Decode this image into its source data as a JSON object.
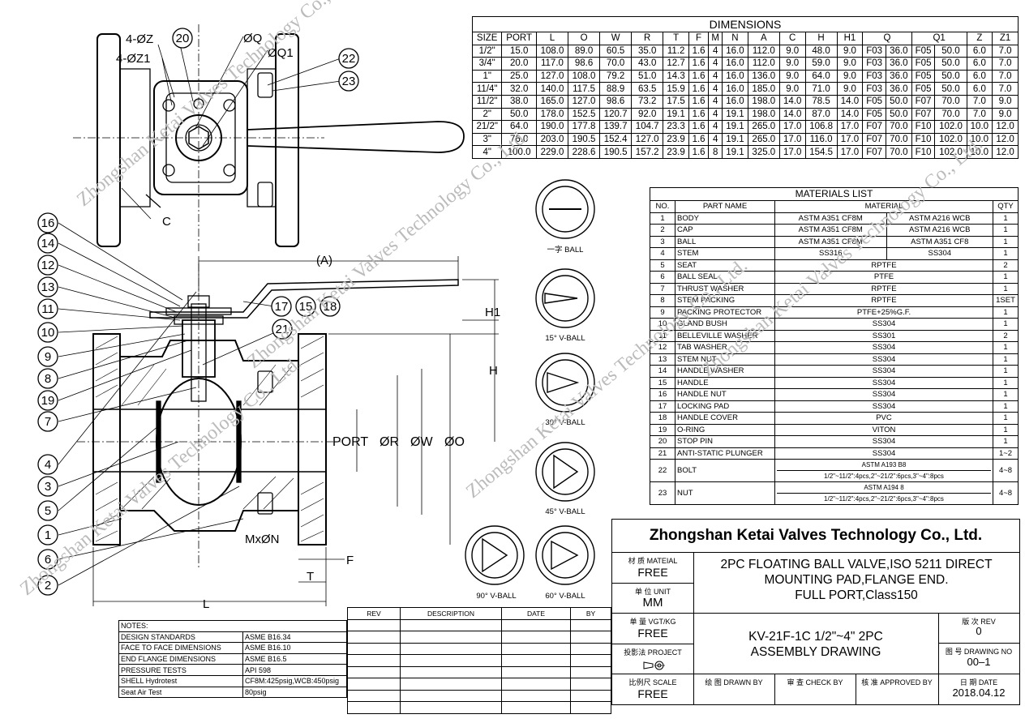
{
  "dimensions": {
    "title": "DIMENSIONS",
    "headers": [
      "SIZE",
      "PORT",
      "L",
      "O",
      "W",
      "R",
      "T",
      "F",
      "M",
      "N",
      "A",
      "C",
      "H",
      "H1",
      "Q",
      "",
      "Q1",
      "",
      "Z",
      "Z1"
    ],
    "rows": [
      [
        "1/2\"",
        "15.0",
        "108.0",
        "89.0",
        "60.5",
        "35.0",
        "11.2",
        "1.6",
        "4",
        "16.0",
        "112.0",
        "9.0",
        "48.0",
        "9.0",
        "F03",
        "36.0",
        "F05",
        "50.0",
        "6.0",
        "7.0"
      ],
      [
        "3/4\"",
        "20.0",
        "117.0",
        "98.6",
        "70.0",
        "43.0",
        "12.7",
        "1.6",
        "4",
        "16.0",
        "112.0",
        "9.0",
        "59.0",
        "9.0",
        "F03",
        "36.0",
        "F05",
        "50.0",
        "6.0",
        "7.0"
      ],
      [
        "1\"",
        "25.0",
        "127.0",
        "108.0",
        "79.2",
        "51.0",
        "14.3",
        "1.6",
        "4",
        "16.0",
        "136.0",
        "9.0",
        "64.0",
        "9.0",
        "F03",
        "36.0",
        "F05",
        "50.0",
        "6.0",
        "7.0"
      ],
      [
        "11/4\"",
        "32.0",
        "140.0",
        "117.5",
        "88.9",
        "63.5",
        "15.9",
        "1.6",
        "4",
        "16.0",
        "185.0",
        "9.0",
        "71.0",
        "9.0",
        "F03",
        "36.0",
        "F05",
        "50.0",
        "6.0",
        "7.0"
      ],
      [
        "11/2\"",
        "38.0",
        "165.0",
        "127.0",
        "98.6",
        "73.2",
        "17.5",
        "1.6",
        "4",
        "16.0",
        "198.0",
        "14.0",
        "78.5",
        "14.0",
        "F05",
        "50.0",
        "F07",
        "70.0",
        "7.0",
        "9.0"
      ],
      [
        "2\"",
        "50.0",
        "178.0",
        "152.5",
        "120.7",
        "92.0",
        "19.1",
        "1.6",
        "4",
        "19.1",
        "198.0",
        "14.0",
        "87.0",
        "14.0",
        "F05",
        "50.0",
        "F07",
        "70.0",
        "7.0",
        "9.0"
      ],
      [
        "21/2\"",
        "64.0",
        "190.0",
        "177.8",
        "139.7",
        "104.7",
        "23.3",
        "1.6",
        "4",
        "19.1",
        "265.0",
        "17.0",
        "106.8",
        "17.0",
        "F07",
        "70.0",
        "F10",
        "102.0",
        "10.0",
        "12.0"
      ],
      [
        "3\"",
        "76.0",
        "203.0",
        "190.5",
        "152.4",
        "127.0",
        "23.9",
        "1.6",
        "4",
        "19.1",
        "265.0",
        "17.0",
        "116.0",
        "17.0",
        "F07",
        "70.0",
        "F10",
        "102.0",
        "10.0",
        "12.0"
      ],
      [
        "4\"",
        "100.0",
        "229.0",
        "228.6",
        "190.5",
        "157.2",
        "23.9",
        "1.6",
        "8",
        "19.1",
        "325.0",
        "17.0",
        "154.5",
        "17.0",
        "F07",
        "70.0",
        "F10",
        "102.0",
        "10.0",
        "12.0"
      ]
    ]
  },
  "materials": {
    "title": "MATERIALS LIST",
    "headers": {
      "no": "NO.",
      "part": "PART NAME",
      "material": "MATERIAL",
      "qty": "QTY"
    },
    "rows": [
      {
        "no": "1",
        "part": "BODY",
        "m1": "ASTM A351 CF8M",
        "m2": "ASTM A216 WCB",
        "qty": "1"
      },
      {
        "no": "2",
        "part": "CAP",
        "m1": "ASTM A351 CF8M",
        "m2": "ASTM A216 WCB",
        "qty": "1"
      },
      {
        "no": "3",
        "part": "BALL",
        "m1": "ASTM A351 CF8M",
        "m2": "ASTM A351 CF8",
        "qty": "1"
      },
      {
        "no": "4",
        "part": "STEM",
        "m1": "SS316",
        "m2": "SS304",
        "qty": "1"
      },
      {
        "no": "5",
        "part": "SEAT",
        "m": "RPTFE",
        "qty": "2"
      },
      {
        "no": "6",
        "part": "BALL SEAL",
        "m": "PTFE",
        "qty": "1"
      },
      {
        "no": "7",
        "part": "THRUST WASHER",
        "m": "RPTFE",
        "qty": "1"
      },
      {
        "no": "8",
        "part": "STEM PACKING",
        "m": "RPTFE",
        "qty": "1SET"
      },
      {
        "no": "9",
        "part": "PACKING PROTECTOR",
        "m": "PTFE+25%G.F.",
        "qty": "1"
      },
      {
        "no": "10",
        "part": "GLAND BUSH",
        "m": "SS304",
        "qty": "1"
      },
      {
        "no": "11",
        "part": "BELLEVILLE WASHER",
        "m": "SS301",
        "qty": "2"
      },
      {
        "no": "12",
        "part": "TAB WASHER",
        "m": "SS304",
        "qty": "1"
      },
      {
        "no": "13",
        "part": "STEM NUT",
        "m": "SS304",
        "qty": "1"
      },
      {
        "no": "14",
        "part": "HANDLE WASHER",
        "m": "SS304",
        "qty": "1"
      },
      {
        "no": "15",
        "part": "HANDLE",
        "m": "SS304",
        "qty": "1"
      },
      {
        "no": "16",
        "part": "HANDLE NUT",
        "m": "SS304",
        "qty": "1"
      },
      {
        "no": "17",
        "part": "LOCKING PAD",
        "m": "SS304",
        "qty": "1"
      },
      {
        "no": "18",
        "part": "HANDLE COVER",
        "m": "PVC",
        "qty": "1"
      },
      {
        "no": "19",
        "part": "O-RING",
        "m": "VITON",
        "qty": "1"
      },
      {
        "no": "20",
        "part": "STOP PIN",
        "m": "SS304",
        "qty": "1"
      },
      {
        "no": "21",
        "part": "ANTI-STATIC PLUNGER",
        "m": "SS304",
        "qty": "1~2"
      },
      {
        "no": "22",
        "part": "BOLT",
        "m": "ASTM A193 B8",
        "note": "1/2\"~11/2\":4pcs,2\"~21/2\":6pcs,3\"~4\":8pcs",
        "qty": "4~8"
      },
      {
        "no": "23",
        "part": "NUT",
        "m": "ASTM A194 8",
        "note": "1/2\"~11/2\":4pcs,2\"~21/2\":6pcs,3\"~4\":8pcs",
        "qty": "4~8"
      }
    ]
  },
  "notes": {
    "title": "NOTES:",
    "rows": [
      [
        "DESIGN STANDARDS",
        "ASME B16.34"
      ],
      [
        "FACE TO FACE DIMENSIONS",
        "ASME B16.10"
      ],
      [
        "END FLANGE DIMENSIONS",
        "ASME B16.5"
      ],
      [
        "PRESSURE TESTS",
        "API 598"
      ],
      [
        "SHELL Hydrotest",
        "CF8M:425psig,WCB:450psig"
      ],
      [
        "Seat Air Test",
        "80psig"
      ]
    ]
  },
  "revision": {
    "rev": "REV",
    "description": "DESCRIPTION",
    "date": "DATE",
    "by": "BY"
  },
  "title_block": {
    "company": "Zhongshan Ketai  Valves Technology Co., Ltd.",
    "material_label": "材 质 MATEIAL",
    "material_value": "FREE",
    "unit_label": "单 位 UNIT",
    "unit_value": "MM",
    "weight_label": "单 量 VGT/KG",
    "weight_value": "FREE",
    "projection_label": "投影法 PROJECT",
    "scale_label": "比例尺 SCALE",
    "scale_value": "FREE",
    "description_l1": "2PC FLOATING BALL VALVE,ISO 5211 DIRECT",
    "description_l2": "MOUNTING PAD,FLANGE END.",
    "description_l3": "FULL PORT,Class150",
    "model_l1": "KV-21F-1C  1/2\"~4\" 2PC",
    "model_l2": "ASSEMBLY DRAWING",
    "version_label": "版 次 REV",
    "version_value": "0",
    "drawing_no_label": "图 号 DRAWING NO",
    "drawing_no_value": "00–1",
    "drawn_label": "绘 图 DRAWN BY",
    "check_label": "审 查 CHECK BY",
    "approved_label": "核 准 APPROVED BY",
    "date_label": "日 期 DATE",
    "date_value": "2018.04.12"
  },
  "drawing_labels": {
    "z4": "4-ØZ",
    "z14": "4-ØZ1",
    "q": "ØQ",
    "q1": "ØQ1",
    "c": "C",
    "a": "(A)",
    "h1": "H1",
    "h": "H",
    "port": "PORT",
    "r": "ØR",
    "w": "ØW",
    "o": "ØO",
    "mn": "MxØN",
    "f": "F",
    "t": "T",
    "l": "L"
  },
  "balloons": [
    "16",
    "14",
    "12",
    "13",
    "11",
    "10",
    "9",
    "8",
    "19",
    "7",
    "4",
    "3",
    "5",
    "1",
    "6",
    "2",
    "20",
    "22",
    "23",
    "17",
    "15",
    "18",
    "21"
  ],
  "ball_types": [
    "一字 BALL",
    "15° V-BALL",
    "30° V-BALL",
    "45° V-BALL",
    "90° V-BALL",
    "60° V-BALL"
  ],
  "watermark": "Zhongshan Ketai Valves Technology Co., Ltd."
}
